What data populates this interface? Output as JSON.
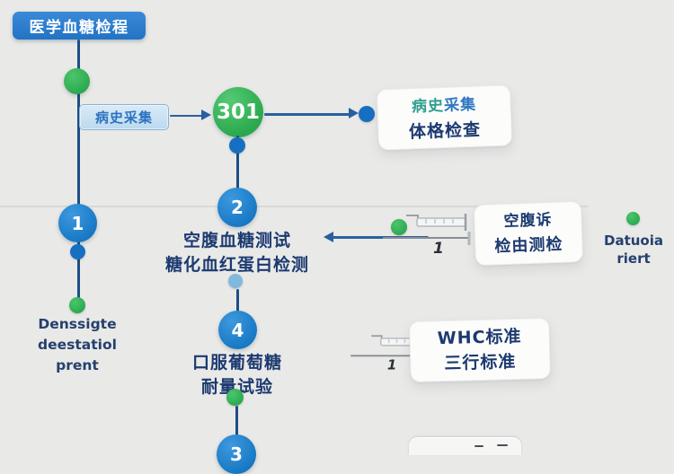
{
  "header": {
    "title": "医学血糖检程"
  },
  "nodes": {
    "room_number": "301",
    "step1": "1",
    "step2": "2",
    "step3": "3",
    "step4": "4"
  },
  "labels": {
    "history_tag": "病史采集"
  },
  "steps": {
    "step2_line1": "空腹血糖测试",
    "step2_line2": "糖化血红蛋白检测",
    "step4_line1": "口服葡萄糖",
    "step4_line2": "耐量试验"
  },
  "cards": {
    "exam": {
      "line1_part1": "病史",
      "line1_part2": "采集",
      "line2": "体格检查"
    },
    "fasting": {
      "line1": "空腹诉",
      "line2": "检由测检"
    },
    "standard": {
      "line1": "WHC标准",
      "line2": "三行标准"
    }
  },
  "notes": {
    "left_line1": "Denssigte",
    "left_line2": "deestatiol",
    "left_line3": "prent",
    "right_line1": "Datuoia",
    "right_line2": "riert"
  },
  "icons": {
    "syringe_digit": "1"
  },
  "colors": {
    "background": "#e9e9e7",
    "header_blue": "#2b7ccb",
    "node_green": "#2fb04e",
    "node_blue": "#1b82cf",
    "connector_navy": "#1d4e86",
    "arrow_blue": "#2a5f9e",
    "text_navy": "#1c3a70",
    "text_teal": "#2f9e8f",
    "tag_blue": "#2b72c0",
    "dot_lightblue": "#82b8de"
  }
}
